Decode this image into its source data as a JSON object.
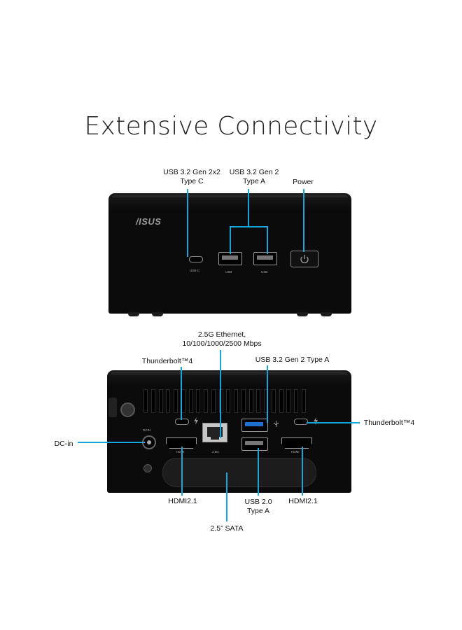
{
  "title": "Extensive Connectivity",
  "brand": "/ISUS",
  "front": {
    "labels": {
      "usb_c": [
        "USB 3.2 Gen 2x2",
        "Type C"
      ],
      "usb_a": [
        "USB 3.2 Gen 2",
        "Type A"
      ],
      "power": "Power"
    },
    "port_marks": {
      "usb_c": "USB-C",
      "usb1": "USB",
      "usb2": "USB"
    }
  },
  "rear": {
    "labels": {
      "ethernet": [
        "2.5G Ethernet,",
        "10/100/1000/2500 Mbps"
      ],
      "thunderbolt_left": "Thunderbolt™4",
      "usb_gen2": "USB 3.2 Gen 2 Type A",
      "thunderbolt_right": "Thunderbolt™4",
      "dc_in": "DC-in",
      "hdmi_left": "HDMI2.1",
      "usb2": [
        "USB 2.0",
        "Type A"
      ],
      "hdmi_right": "HDMI2.1",
      "sata": "2.5” SATA"
    },
    "port_marks": {
      "hdmi": "HDMI",
      "lan": "2.5G",
      "usb": "USB",
      "hdmi2": "HDMI",
      "dc": "DCIN"
    }
  },
  "colors": {
    "accent": "#17a6d9",
    "device": "#0b0b0b",
    "background": "#ffffff"
  },
  "icons": [
    "power-icon",
    "thunderbolt-icon",
    "usb-icon",
    "ethernet-icon",
    "hdmi-icon",
    "dc-jack-icon"
  ]
}
